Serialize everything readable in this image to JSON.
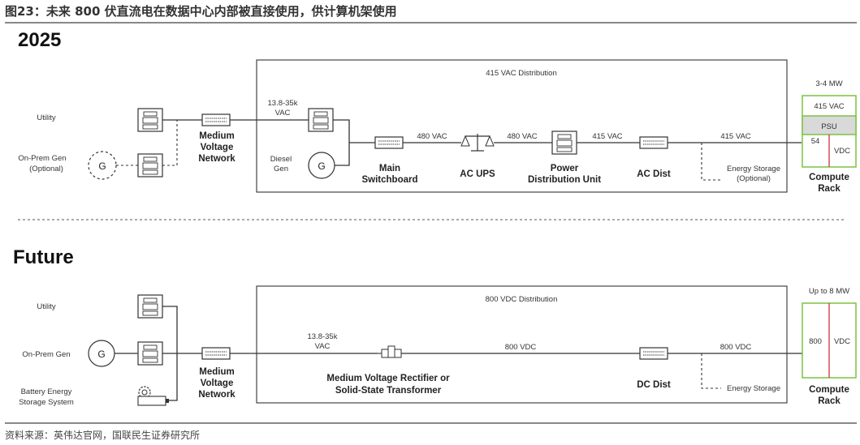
{
  "figure": {
    "title": "图23：未来 800 伏直流电在数据中心内部被直接使用，供计算机架使用",
    "source": "资料来源：英伟达官网，国联民生证券研究所"
  },
  "top": {
    "heading": "2025",
    "distribution": "415 VAC Distribution",
    "utility": "Utility",
    "onprem_line1": "On-Prem Gen",
    "onprem_line2": "(Optional)",
    "gen_symbol": "G",
    "mv_line1": "Medium",
    "mv_line2": "Voltage",
    "mv_line3": "Network",
    "input_v_line1": "13.8-35k",
    "input_v_line2": "VAC",
    "diesel_line1": "Diesel",
    "diesel_line2": "Gen",
    "main_line1": "Main",
    "main_line2": "Switchboard",
    "v480a": "480 VAC",
    "ups": "AC UPS",
    "v480b": "480 VAC",
    "pdu_line1": "Power",
    "pdu_line2": "Distribution Unit",
    "v415a": "415 VAC",
    "acdist": "AC Dist",
    "v415b": "415 VAC",
    "es_line1": "Energy Storage",
    "es_line2": "(Optional)",
    "power": "3-4 MW",
    "rack_vac": "415 VAC",
    "psu": "PSU",
    "rack_54": "54",
    "rack_vdc": "VDC",
    "compute_line1": "Compute",
    "compute_line2": "Rack"
  },
  "bottom": {
    "heading": "Future",
    "distribution": "800 VDC Distribution",
    "utility": "Utility",
    "onprem": "On-Prem Gen",
    "gen_symbol": "G",
    "battery_line1": "Battery Energy",
    "battery_line2": "Storage System",
    "mv_line1": "Medium",
    "mv_line2": "Voltage",
    "mv_line3": "Network",
    "input_v_line1": "13.8-35k",
    "input_v_line2": "VAC",
    "rect_line1": "Medium Voltage Rectifier or",
    "rect_line2": "Solid-State Transformer",
    "v800a": "800 VDC",
    "dcdist": "DC Dist",
    "v800b": "800 VDC",
    "es": "Energy Storage",
    "power": "Up to 8 MW",
    "rack_800": "800",
    "rack_vdc": "VDC",
    "compute_line1": "Compute",
    "compute_line2": "Rack"
  },
  "colors": {
    "rack_border": "#7cc242",
    "rack_divider": "#d0313b",
    "psu_fill": "#d9d9d9"
  }
}
